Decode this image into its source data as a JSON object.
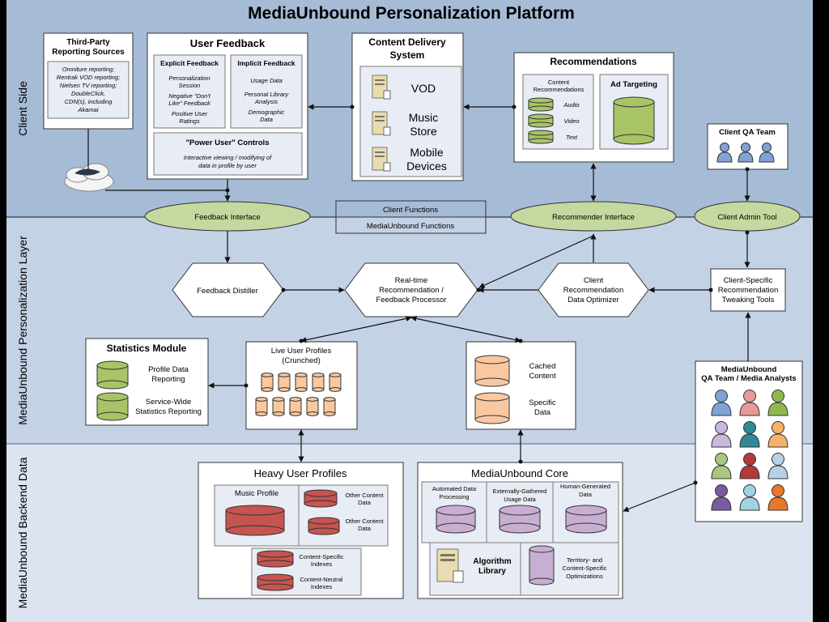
{
  "title": "MediaUnbound Personalization Platform",
  "bands": {
    "client": "Client Side",
    "layer": "MediaUnbound Personalization Layer",
    "backend": "MediaUnbound Backend Data"
  },
  "third_party": {
    "title": [
      "Third-Party",
      "Reporting Sources"
    ],
    "lines": [
      "Omniture reporting;",
      "Rentrak VOD reporting;",
      "Nielsen TV reporting;",
      "DoubleClick,",
      "CDN(s), including",
      "Akamai"
    ]
  },
  "user_feedback": {
    "title": "User Feedback",
    "explicit": {
      "title": "Explicit Feedback",
      "items": [
        [
          "Personalization",
          "Session"
        ],
        [
          "Negative \"Don't",
          "Like\" Feedback"
        ],
        [
          "Positive User",
          "Ratings"
        ]
      ]
    },
    "implicit": {
      "title": "Implicit Feedback",
      "items": [
        [
          "Usage Data"
        ],
        [
          "Personal Library",
          "Analysis"
        ],
        [
          "Demographic",
          "Data"
        ]
      ]
    },
    "power": {
      "title": "\"Power User\" Controls",
      "desc": [
        "Interactive viewing / modifying of",
        "data in profile by user"
      ]
    }
  },
  "content_delivery": {
    "title": [
      "Content Delivery",
      "System"
    ],
    "items": [
      [
        "VOD"
      ],
      [
        "Music",
        "Store"
      ],
      [
        "Mobile",
        "Devices"
      ]
    ]
  },
  "recommendations": {
    "title": "Recommendations",
    "content": {
      "title": [
        "Content",
        "Recommendations"
      ],
      "items": [
        "Audio",
        "Video",
        "Text"
      ]
    },
    "ad": "Ad Targeting"
  },
  "client_qa": "Client QA Team",
  "interfaces": {
    "feedback": "Feedback Interface",
    "recommender": "Recommender Interface",
    "admin": "Client Admin Tool"
  },
  "functions": {
    "client": "Client Functions",
    "mu": "MediaUnbound Functions"
  },
  "processors": {
    "distiller": "Feedback Distiller",
    "realtime": [
      "Real-time",
      "Recommendation /",
      "Feedback Processor"
    ],
    "optimizer": [
      "Client",
      "Recommendation",
      "Data Optimizer"
    ],
    "tweaking": [
      "Client-Specific",
      "Recommendation",
      "Tweaking Tools"
    ]
  },
  "statistics": {
    "title": "Statistics Module",
    "items": [
      [
        "Profile Data",
        "Reporting"
      ],
      [
        "Service-Wide",
        "Statistics Reporting"
      ]
    ]
  },
  "live_profiles": {
    "title": [
      "Live User Profiles",
      "(Crunched)"
    ]
  },
  "cached": {
    "items": [
      [
        "Cached",
        "Content"
      ],
      [
        "Specific",
        "Data"
      ]
    ]
  },
  "qa_team": {
    "title": [
      "MediaUnbound",
      "QA Team / Media Analysts"
    ]
  },
  "heavy": {
    "title": "Heavy User Profiles",
    "music": "Music Profile",
    "other1": [
      "Other Content",
      "Data"
    ],
    "other2": [
      "Other Content",
      "Data"
    ],
    "specific": [
      "Content-Specific",
      "Indexes"
    ],
    "neutral": [
      "Content-Neutral",
      "Indexes"
    ]
  },
  "core": {
    "title": "MediaUnbound Core",
    "auto": [
      "Automated Data",
      "Processing"
    ],
    "external": [
      "Externally-Gathered",
      "Usage Data"
    ],
    "human": [
      "Human-Generated",
      "Data"
    ],
    "algorithm": [
      "Algorithm",
      "Library"
    ],
    "territory": [
      "Territory- and",
      "Content-Specific",
      "Optimizations"
    ]
  },
  "colors": {
    "band_client": "#a6bbd6",
    "band_layer": "#c4d2e6",
    "band_backend": "#dbe4f0",
    "green": "#a8c467",
    "salmon": "#f9c8a0",
    "red": "#c65450",
    "purple": "#c7aed3",
    "ellipse": "#c5d8a0",
    "hexagon": "#ffffff"
  }
}
